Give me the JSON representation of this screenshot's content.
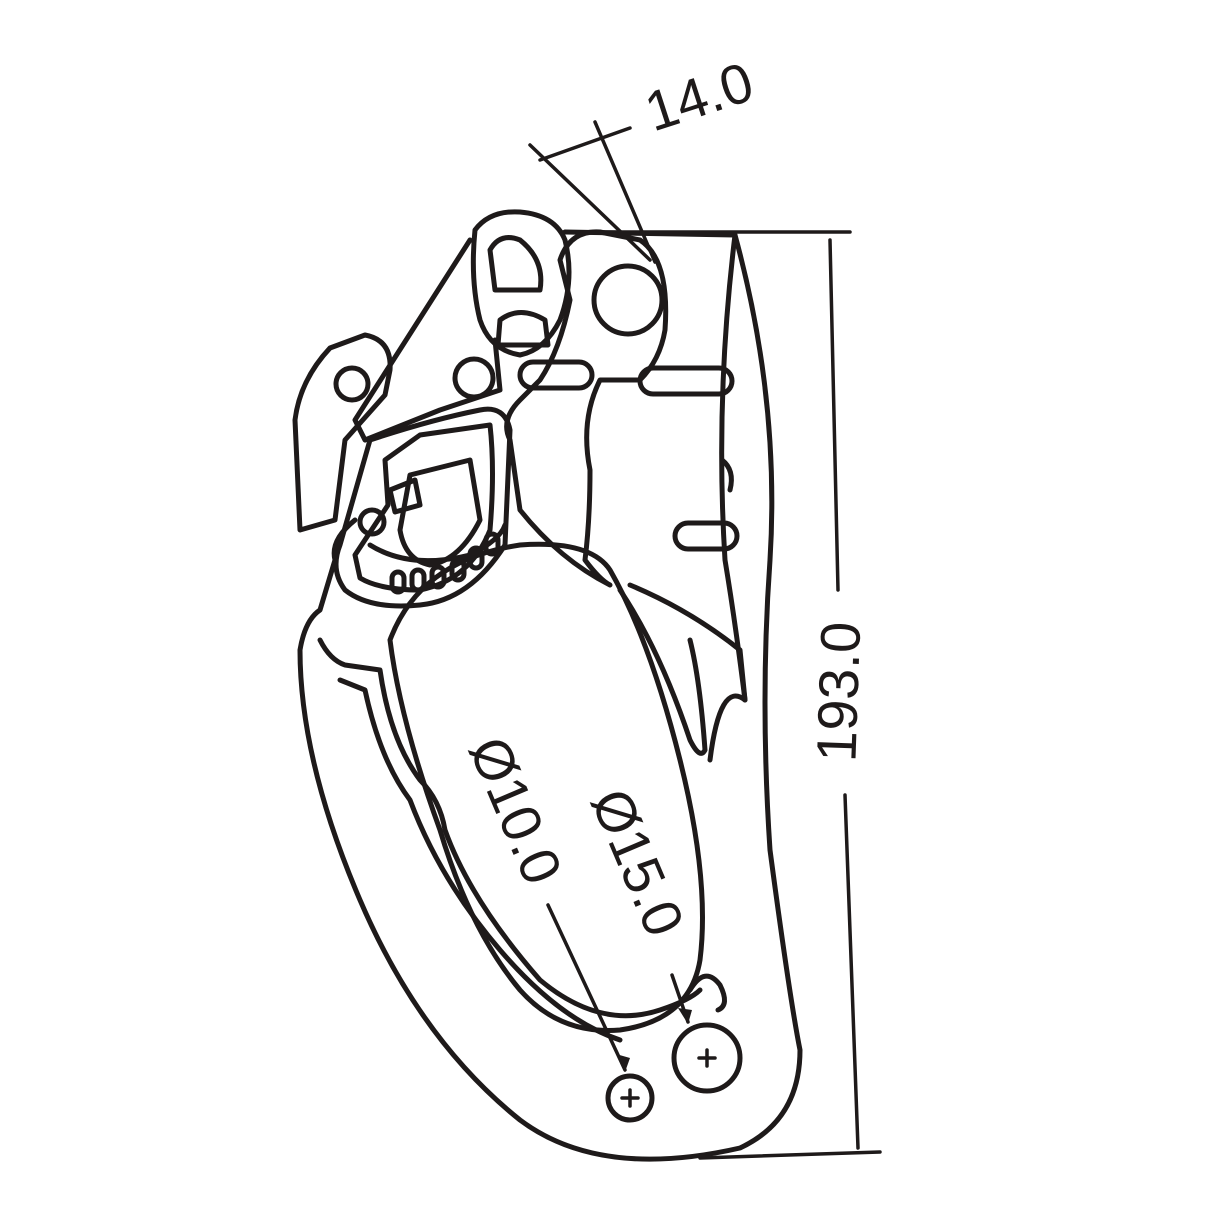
{
  "colors": {
    "line": "#1e1a1a",
    "background": "#ffffff"
  },
  "dimensions": {
    "width_label": "14.0",
    "height_label": "193.0",
    "small_hole_label": "Ø10.0",
    "large_hole_label": "Ø15.0"
  },
  "icons": {
    "screw_small": "screw-plus-icon",
    "screw_large": "screw-plus-icon"
  }
}
